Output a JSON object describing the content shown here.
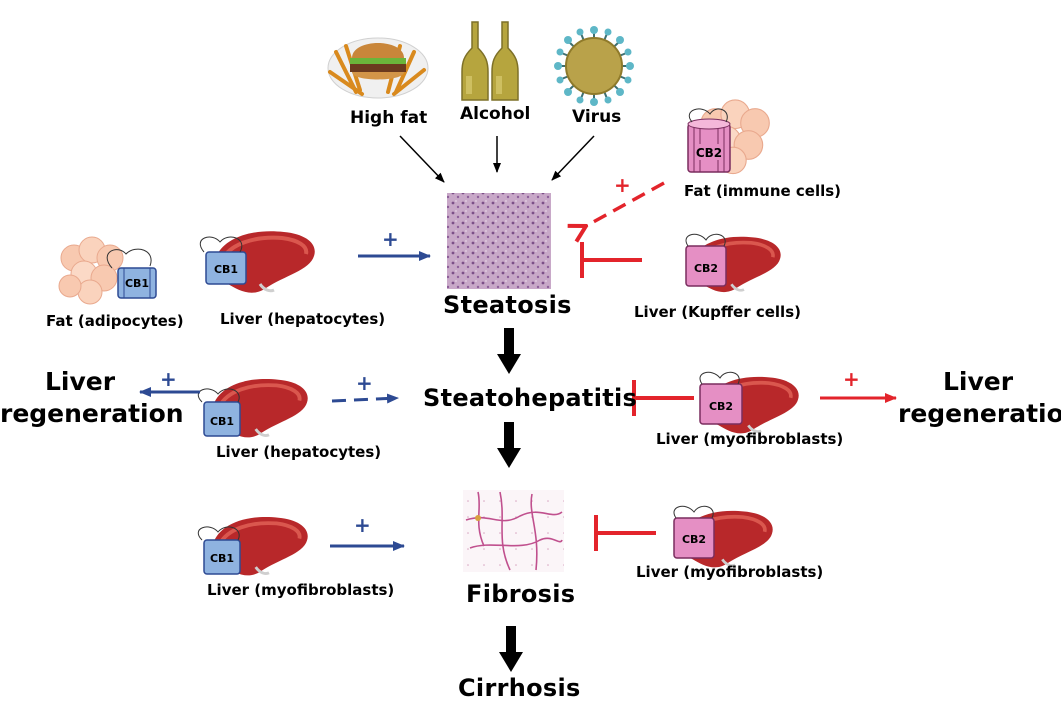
{
  "colors": {
    "blue": "#2d4a93",
    "red": "#e3242b",
    "black": "#000000",
    "cb1_receptor": "#8fb3e0",
    "cb2_receptor": "#e58fc4",
    "liver": "#b8282a",
    "fat": "#f8c9b0"
  },
  "top_inputs": [
    "High fat",
    "Alcohol",
    "Virus"
  ],
  "stages": {
    "steatosis": "Steatosis",
    "steatohepatitis": "Steatohepatitis",
    "fibrosis": "Fibrosis",
    "cirrhosis": "Cirrhosis"
  },
  "labels": {
    "fat_immune": "Fat (immune cells)",
    "fat_adipocytes": "Fat (adipocytes)",
    "liver_hepatocytes_1": "Liver (hepatocytes)",
    "liver_kupffer": "Liver (Kupffer cells)",
    "liver_hepatocytes_2": "Liver (hepatocytes)",
    "liver_myofibroblasts_1": "Liver (myofibroblasts)",
    "liver_myofibroblasts_2": "Liver   (myofibroblasts)",
    "liver_myofibroblasts_3": "Liver (myofibroblasts)",
    "liver_regeneration_left": "Liver regeneration",
    "liver_regeneration_right": "Liver regeneration"
  },
  "receptors": {
    "cb1": "CB1",
    "cb2": "CB2"
  },
  "signs": {
    "plus": "+"
  },
  "icons": [
    "hamburger-fries-icon",
    "bottles-icon",
    "virus-icon",
    "fat-cells-icon",
    "liver-icon",
    "receptor-icon",
    "histology-icon"
  ]
}
